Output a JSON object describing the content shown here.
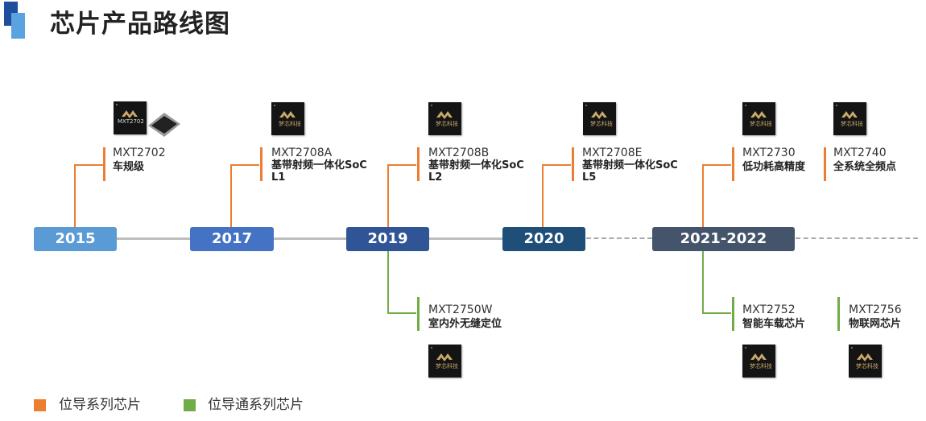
{
  "title": "芯片产品路线图",
  "chip_logo_text": "梦芯科技",
  "years": [
    "2015",
    "2017",
    "2019",
    "2020",
    "2021-2022"
  ],
  "colors": {
    "orange": "#ed7d31",
    "green": "#70ad47",
    "y2015": "#5b9bd5",
    "y2017": "#4472c4",
    "y2019": "#2f5597",
    "y2020": "#1f4e79",
    "y2021": "#44546a"
  },
  "products": {
    "p1": {
      "model": "MXT2702",
      "desc": [
        "车规级"
      ],
      "chip_label": "MXT2702"
    },
    "p2": {
      "model": "MXT2708A",
      "desc": [
        "基带射频一体化SoC",
        "L1"
      ]
    },
    "p3": {
      "model": "MXT2708B",
      "desc": [
        "基带射频一体化SoC",
        "L2"
      ]
    },
    "p4": {
      "model": "MXT2708E",
      "desc": [
        "基带射频一体化SoC",
        "L5"
      ]
    },
    "p5": {
      "model": "MXT2730",
      "desc": [
        "低功耗高精度"
      ]
    },
    "p6": {
      "model": "MXT2740",
      "desc": [
        "全系统全频点"
      ]
    },
    "p7": {
      "model": "MXT2750W",
      "desc": [
        "室内外无缝定位"
      ]
    },
    "p8": {
      "model": "MXT2752",
      "desc": [
        "智能车载芯片"
      ]
    },
    "p9": {
      "model": "MXT2756",
      "desc": [
        "物联网芯片"
      ]
    }
  },
  "legend": {
    "orange_label": "位导系列芯片",
    "green_label": "位导通系列芯片"
  }
}
